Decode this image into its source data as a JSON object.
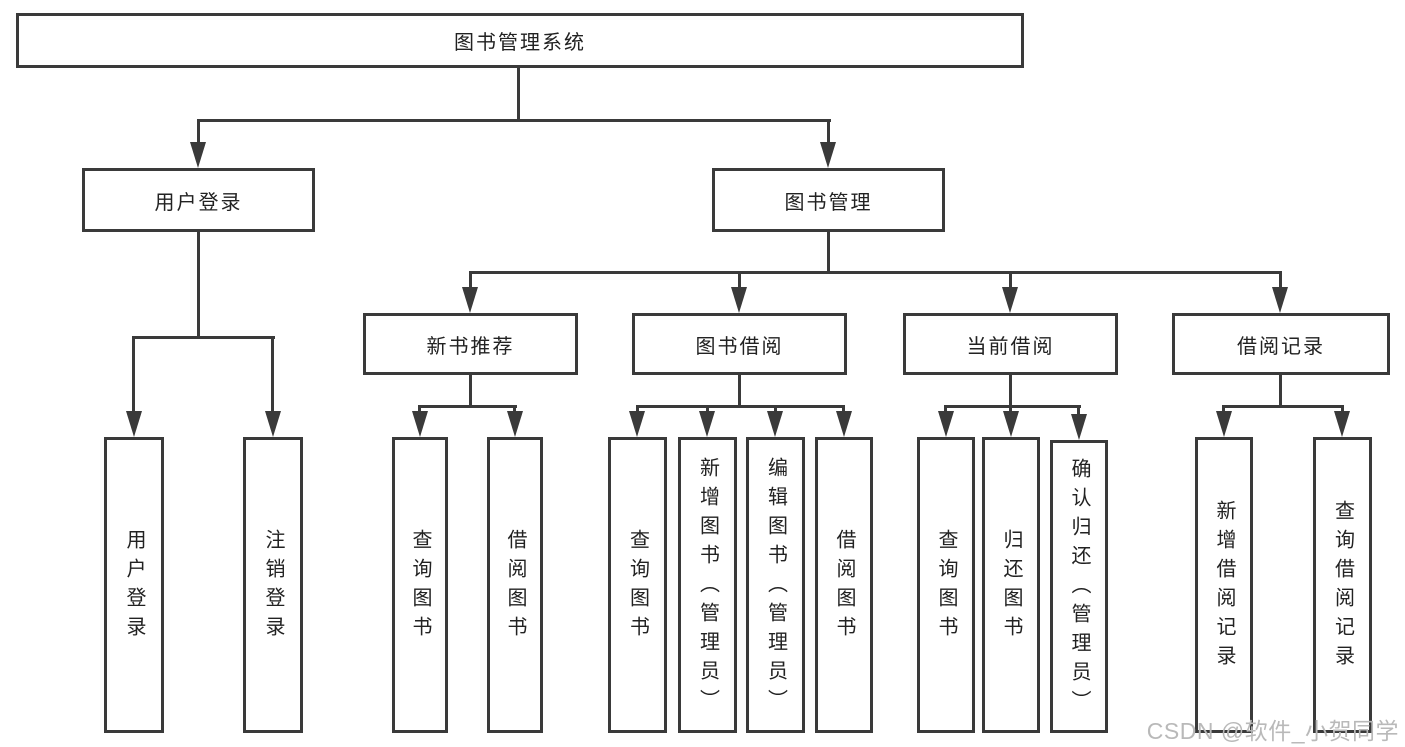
{
  "diagram": {
    "tree": {
      "root": {
        "label": "图书管理系统"
      },
      "level2": [
        {
          "label": "用户登录",
          "children": [
            "用户登录",
            "注销登录"
          ]
        },
        {
          "label": "图书管理"
        }
      ],
      "level3": [
        {
          "label": "新书推荐",
          "children": [
            "查询图书",
            "借阅图书"
          ]
        },
        {
          "label": "图书借阅",
          "children": [
            "查询图书",
            "新增图书（管理员）",
            "编辑图书（管理员）",
            "借阅图书"
          ]
        },
        {
          "label": "当前借阅",
          "children": [
            "查询图书",
            "归还图书",
            "确认归还（管理员）"
          ]
        },
        {
          "label": "借阅记录",
          "children": [
            "新增借阅记录",
            "查询借阅记录"
          ]
        }
      ]
    }
  },
  "watermark": {
    "text": "CSDN @软件_小贺同学"
  },
  "colors": {
    "line": "#3a3a3a",
    "text": "#222222",
    "background": "#ffffff",
    "watermark": "#b9b9b9"
  }
}
